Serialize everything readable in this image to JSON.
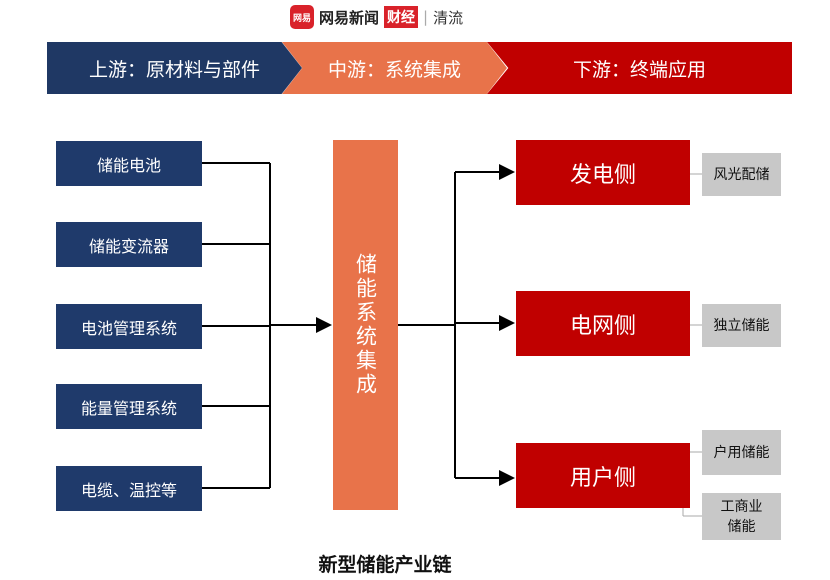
{
  "header": {
    "logo_icon_text": "网易",
    "brand": "网易新闻",
    "finance": "财经",
    "separator": "|",
    "channel": "清流"
  },
  "chain": {
    "upstream": "上游：原材料与部件",
    "midstream": "中游：系统集成",
    "downstream": "下游：终端应用"
  },
  "upstream_items": [
    "储能电池",
    "储能变流器",
    "电池管理系统",
    "能量管理系统",
    "电缆、温控等"
  ],
  "center": "储能系统集成",
  "downstream_items": [
    "发电侧",
    "电网侧",
    "用户侧"
  ],
  "applications": {
    "generation": "风光配储",
    "grid": "独立储能",
    "user_home": "户用储能",
    "user_commercial": "工商业储能"
  },
  "title": "新型储能产业链",
  "colors": {
    "navy": "#1f3864",
    "orange": "#e8734a",
    "red": "#c00000",
    "gray": "#c8c8c8"
  }
}
